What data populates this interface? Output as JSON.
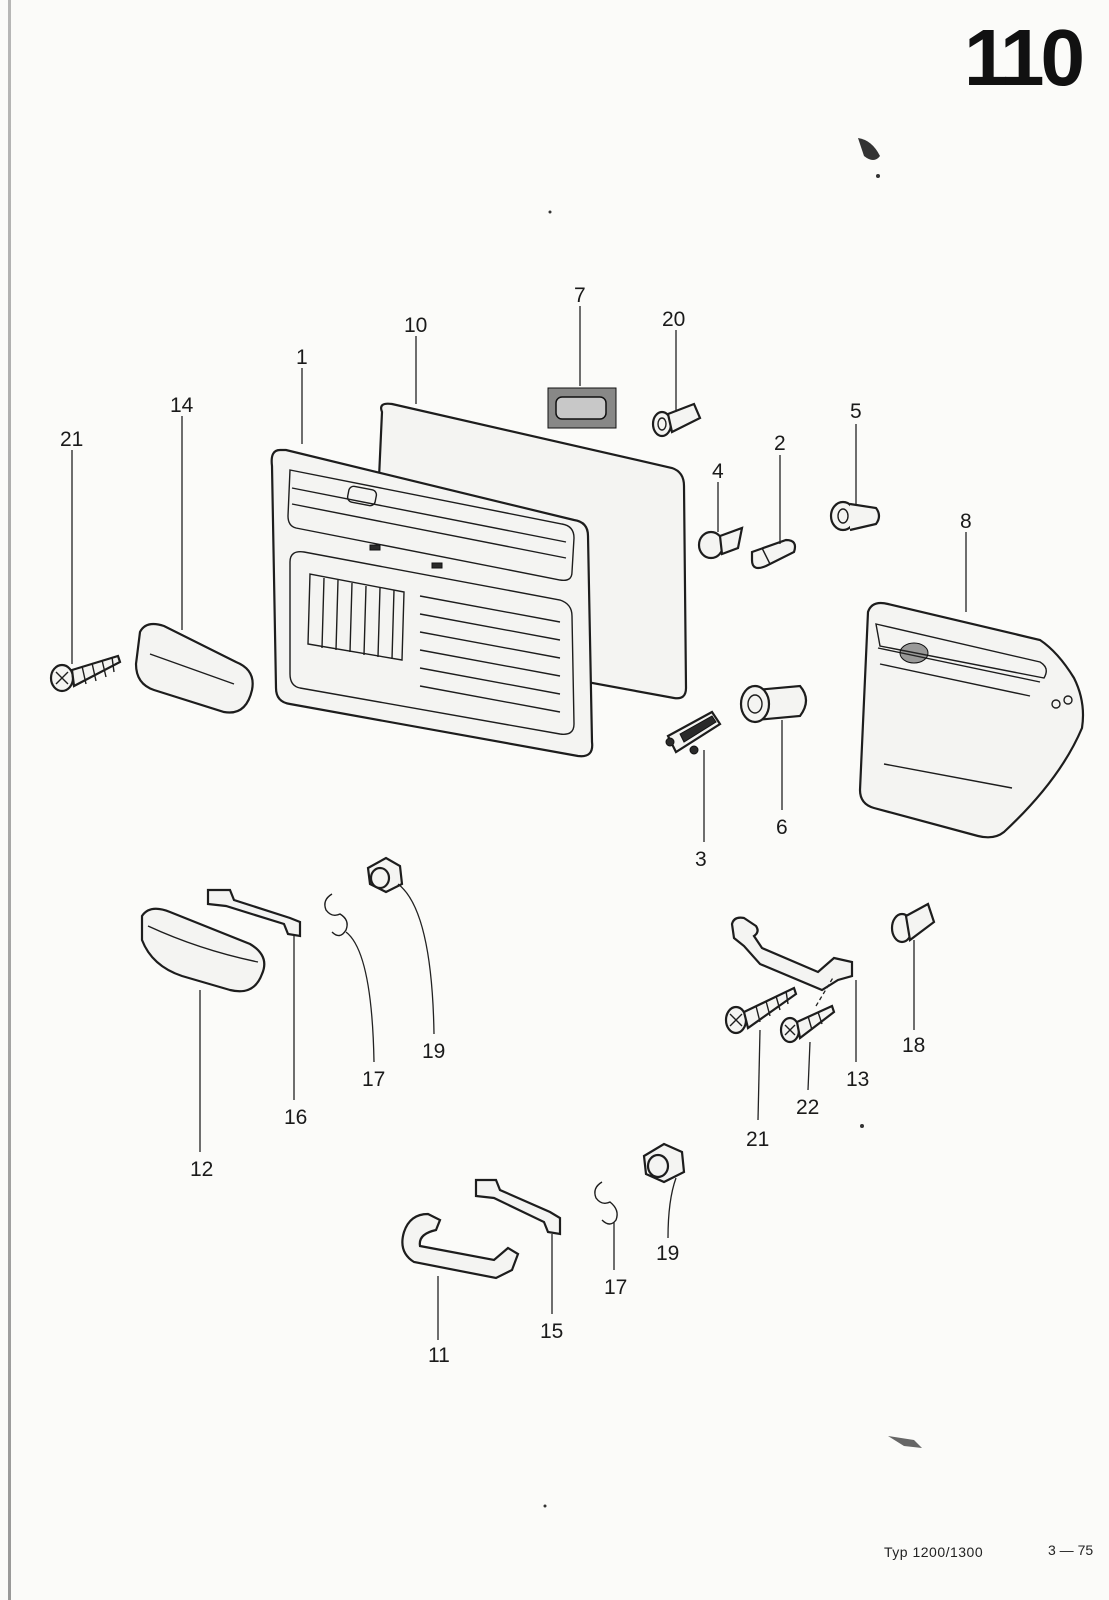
{
  "header": {
    "page_number": "110"
  },
  "footer": {
    "model": "Typ 1200/1300",
    "date": "3 — 75"
  },
  "callouts": {
    "c1": "1",
    "c2": "2",
    "c3": "3",
    "c4": "4",
    "c5": "5",
    "c6": "6",
    "c7": "7",
    "c8": "8",
    "c10": "10",
    "c11": "11",
    "c12": "12",
    "c13": "13",
    "c14": "14",
    "c15": "15",
    "c16": "16",
    "c17a": "17",
    "c17b": "17",
    "c18": "18",
    "c19a": "19",
    "c19b": "19",
    "c20": "20",
    "c21a": "21",
    "c21b": "21",
    "c22": "22"
  },
  "icons": {
    "door-trim-panel": "1",
    "clip": "2",
    "lock-clip": "3",
    "push-rivet": "4",
    "grommet-small": "5",
    "grommet-large": "6",
    "switch-bezel": "7",
    "rear-door-trim-panel": "8",
    "moisture-barrier-sheet": "10",
    "grab-handle": "11",
    "armrest": "12",
    "handle-bracket": "13",
    "armrest-pad": "14",
    "grab-handle-bracket": "15",
    "armrest-bracket": "16",
    "spring-clip": "17",
    "expanding-plug": "18",
    "cap-nut": "19",
    "retainer-clip": "20",
    "wood-screw": "21",
    "screw-short": "22"
  }
}
